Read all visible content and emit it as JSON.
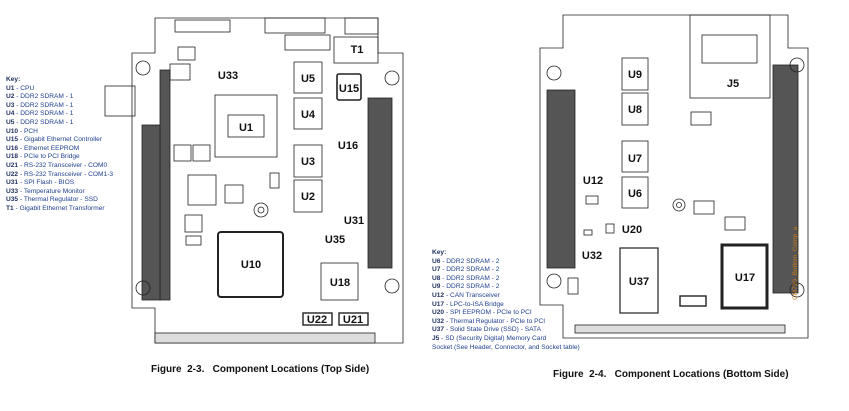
{
  "figure_top": {
    "caption": "Figure  2-3.   Component Locations (Top Side)",
    "key_title": "Key:",
    "key": [
      {
        "ref": "U1",
        "desc": " - CPU"
      },
      {
        "ref": "U2",
        "desc": " - DDR2 SDRAM - 1"
      },
      {
        "ref": "U3",
        "desc": " - DDR2 SDRAM - 1"
      },
      {
        "ref": "U4",
        "desc": " - DDR2 SDRAM - 1"
      },
      {
        "ref": "U5",
        "desc": " - DDR2 SDRAM - 1"
      },
      {
        "ref": "U10",
        "desc": " - PCH"
      },
      {
        "ref": "U15",
        "desc": " - Gigabit Ethernet Controller"
      },
      {
        "ref": "U16",
        "desc": " - Ethernet EEPROM"
      },
      {
        "ref": "U18",
        "desc": " - PCIe to PCI Bridge"
      },
      {
        "ref": "U21",
        "desc": " - RS-232 Transceiver - COM0"
      },
      {
        "ref": "U22",
        "desc": " - RS-232 Transceiver - COM1-3"
      },
      {
        "ref": "U31",
        "desc": " - SPI Flash - BIOS"
      },
      {
        "ref": "U33",
        "desc": " - Temperature Monitor"
      },
      {
        "ref": "U35",
        "desc": " - Thermal Regulator - SSD"
      },
      {
        "ref": "T1",
        "desc": "   - Gigabit Ethernet Transformer"
      }
    ],
    "labels": [
      "U1",
      "U2",
      "U3",
      "U4",
      "U5",
      "U10",
      "U15",
      "U16",
      "U18",
      "U21",
      "U22",
      "U31",
      "U33",
      "U35",
      "T1"
    ]
  },
  "figure_bottom": {
    "caption": "Figure  2-4.   Component Locations (Bottom Side)",
    "side_label": "CM720_Bottom_Comp_a",
    "key_title": "Key:",
    "key": [
      {
        "ref": "U6",
        "desc": " - DDR2 SDRAM - 2"
      },
      {
        "ref": "U7",
        "desc": " - DDR2 SDRAM - 2"
      },
      {
        "ref": "U8",
        "desc": " - DDR2 SDRAM - 2"
      },
      {
        "ref": "U9",
        "desc": " - DDR2 SDRAM - 2"
      },
      {
        "ref": "U12",
        "desc": " - CAN Transceiver"
      },
      {
        "ref": "U17",
        "desc": " - LPC-to-ISA Bridge"
      },
      {
        "ref": "U20",
        "desc": " - SPI EEPROM - PCIe to PCI"
      },
      {
        "ref": "U32",
        "desc": " - Thermal Regulator - PCIe to PCI"
      },
      {
        "ref": "U37",
        "desc": " - Solid State Drive (SSD) - SATA"
      },
      {
        "ref": "J5",
        "desc": "   - SD (Security Digital) Memory Card"
      }
    ],
    "key_note": "Socket (See Header, Connector, and Socket table)",
    "labels": [
      "U6",
      "U7",
      "U8",
      "U9",
      "U12",
      "U17",
      "U20",
      "U32",
      "U37",
      "J5"
    ]
  }
}
